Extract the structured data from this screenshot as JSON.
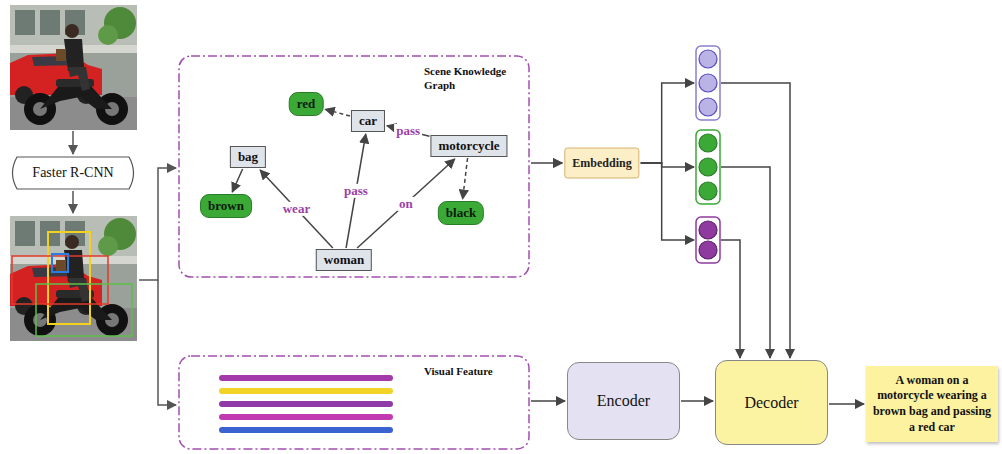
{
  "diagram": {
    "nodes": [
      {
        "text": [
          "Faster R-CNN"
        ]
      },
      {
        "text": [
          "Scene Knowledge Graph"
        ]
      },
      {
        "text": [
          "red"
        ],
        "in": 1
      },
      {
        "text": [
          "car"
        ],
        "in": 1
      },
      {
        "text": [
          "bag"
        ],
        "in": 1
      },
      {
        "text": [
          "motorcycle"
        ],
        "in": 1
      },
      {
        "text": [
          "brown"
        ],
        "in": 1
      },
      {
        "text": [
          "black"
        ],
        "in": 1
      },
      {
        "text": [
          "woman"
        ],
        "in": 1
      },
      {
        "text": [
          "Embedding"
        ]
      },
      {
        "text": [
          "Visual Feature"
        ]
      },
      {
        "text": [
          "Encoder"
        ]
      },
      {
        "text": [
          "Decoder"
        ]
      },
      {
        "text": [
          "A woman on a motorcycle wearing a brown bag and passing a red car"
        ]
      }
    ],
    "edges": [
      {
        "from": 8,
        "to": 4,
        "label": "wear",
        "arrow": "to"
      },
      {
        "from": 8,
        "to": 3,
        "label": "pass",
        "arrow": "to"
      },
      {
        "from": 8,
        "to": 5,
        "label": "on",
        "arrow": "to"
      },
      {
        "from": 5,
        "to": 3,
        "label": "pass",
        "arrow": "to"
      },
      {
        "from": 3,
        "to": 2,
        "arrow": "to"
      },
      {
        "from": 4,
        "to": 6,
        "arrow": "to"
      },
      {
        "from": 5,
        "to": 7,
        "arrow": "to"
      },
      {
        "from": 1,
        "to": 9,
        "arrow": "to"
      },
      {
        "from": 9,
        "to": 12,
        "arrow": "to"
      },
      {
        "from": 10,
        "to": 11,
        "arrow": "to"
      },
      {
        "from": 11,
        "to": 12,
        "arrow": "to"
      },
      {
        "from": 12,
        "to": 13,
        "arrow": "to"
      }
    ]
  }
}
